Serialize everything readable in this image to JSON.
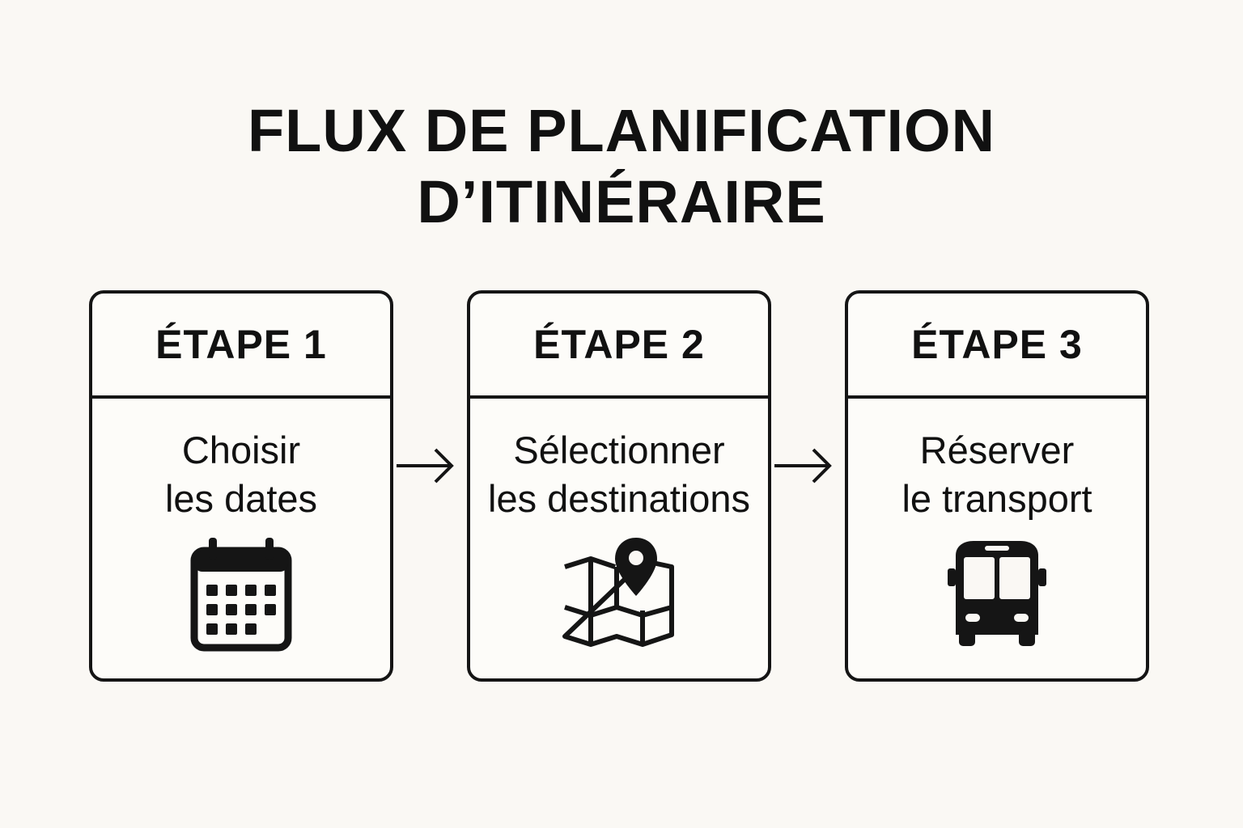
{
  "title": {
    "line1": "FLUX DE PLANIFICATION",
    "line2": "D’ITINÉRAIRE"
  },
  "steps": [
    {
      "label": "ÉTAPE 1",
      "desc_line1": "Choisir",
      "desc_line2": "les dates",
      "icon": "calendar-icon"
    },
    {
      "label": "ÉTAPE 2",
      "desc_line1": "Sélectionner",
      "desc_line2": "les destinations",
      "icon": "map-pin-icon"
    },
    {
      "label": "ÉTAPE 3",
      "desc_line1": "Réserver",
      "desc_line2": "le transport",
      "icon": "bus-icon"
    }
  ],
  "colors": {
    "background": "#faf8f4",
    "ink": "#151515"
  }
}
